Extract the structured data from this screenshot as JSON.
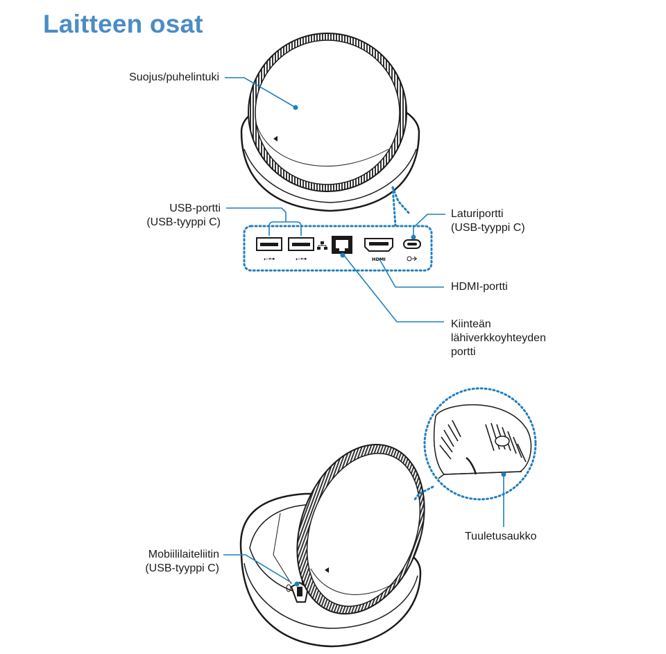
{
  "title": "Laitteen osat",
  "colors": {
    "accent": "#4a8cc7",
    "callout": "#1e7fbf",
    "outline": "#1a1a1a"
  },
  "labels": {
    "cover": "Suojus/puhelintuki",
    "usb_line1": "USB-portti",
    "usb_line2": "(USB-tyyppi C)",
    "charger_line1": "Laturiportti",
    "charger_line2": "(USB-tyyppi C)",
    "hdmi": "HDMI-portti",
    "lan_line1": "Kiinteän",
    "lan_line2": "lähiverkkoyhteyden",
    "lan_line3": "portti",
    "vent": "Tuuletusaukko",
    "mobile_line1": "Mobiililaiteliitin",
    "mobile_line2": "(USB-tyyppi C)"
  },
  "port_marks": {
    "hdmi": "HDMI"
  }
}
